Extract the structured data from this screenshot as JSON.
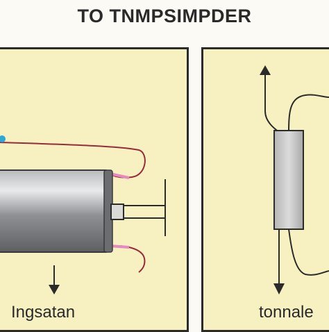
{
  "title": "TO TNMPSIMPDER",
  "colors": {
    "background": "#fbfaf5",
    "panel_fill": "#f7f0c0",
    "frame": "#2b2b2b",
    "wire": "#9a2a3a",
    "cylinder": "#8a8b8f",
    "resistor": "#c9c9c9",
    "accent_pink": "#e888c0",
    "accent_blue": "#2aa8d8"
  },
  "left_panel": {
    "caption": "Ingsatan",
    "icons": [
      "cylinder-component",
      "connector-plate",
      "down-arrow-icon",
      "blue-terminal-dot"
    ]
  },
  "right_panel": {
    "caption": "tonnale",
    "icons": [
      "resistor-component",
      "up-arrow-icon",
      "down-arrow-icon"
    ]
  }
}
